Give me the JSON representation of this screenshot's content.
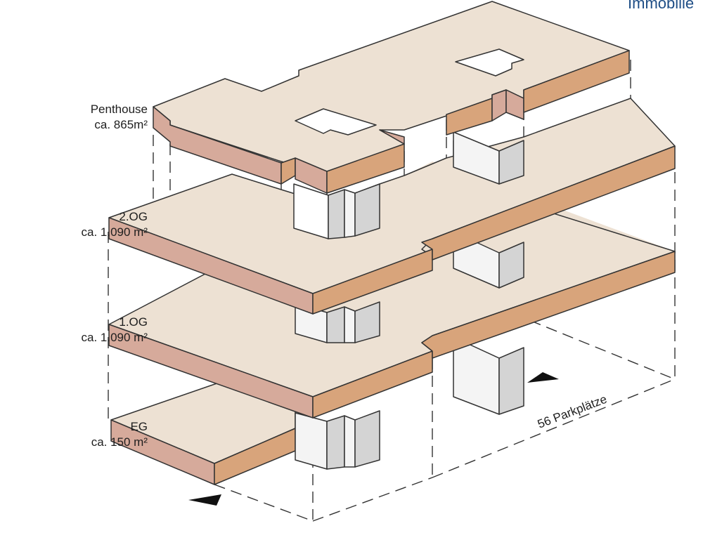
{
  "brand": {
    "text": "Immobilie"
  },
  "floors": [
    {
      "name": "Penthouse",
      "area": "ca. 865m²"
    },
    {
      "name": "2.OG",
      "area": "ca. 1.090 m²"
    },
    {
      "name": "1.OG",
      "area": "ca. 1.090 m²"
    },
    {
      "name": "EG",
      "area": "ca. 150 m²"
    }
  ],
  "parking": {
    "label": "56 Parkplätze"
  },
  "colors": {
    "slab_top": "#ede1d3",
    "slab_side_left": "#d6aa9b",
    "slab_side_right": "#d8a47b",
    "column_light": "#f4f4f4",
    "column_shade": "#d4d4d4",
    "outline": "#333333",
    "brand": "#1f4e86"
  }
}
